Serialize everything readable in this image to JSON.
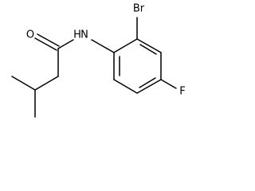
{
  "molecule": {
    "atoms": {
      "oxygen": "O",
      "nitrogen_h": "H",
      "nitrogen": "N",
      "bromine": "Br",
      "fluorine": "F"
    }
  }
}
